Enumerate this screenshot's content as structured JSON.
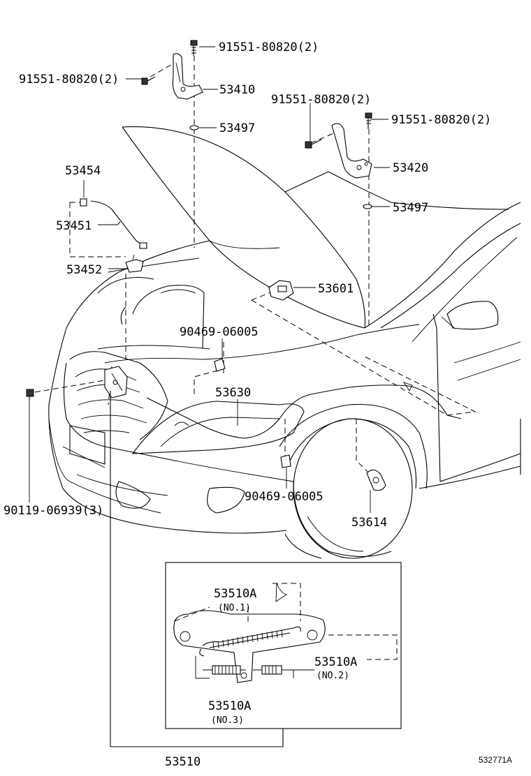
{
  "labels": {
    "p91551_top": "91551-80820(2)",
    "p91551_left": "91551-80820(2)",
    "p91551_mid": "91551-80820(2)",
    "p91551_right": "91551-80820(2)",
    "p53410": "53410",
    "p53497_top": "53497",
    "p53497_right": "53497",
    "p53420": "53420",
    "p53454": "53454",
    "p53451": "53451",
    "p53452": "53452",
    "p53601": "53601",
    "p90469_top": "90469-06005",
    "p90469_bottom": "90469-06005",
    "p53630": "53630",
    "p90119": "90119-06939(3)",
    "p53614": "53614",
    "p53510A_1": "53510A",
    "no1": "(NO.1)",
    "p53510A_2": "53510A",
    "no2": "(NO.2)",
    "p53510A_3": "53510A",
    "no3": "(NO.3)",
    "p53510": "53510",
    "ref_code": "532771A"
  },
  "icons": [
    "bolt-icon",
    "hinge-icon",
    "washer-icon",
    "clip-icon",
    "latch-icon",
    "spring-icon"
  ]
}
